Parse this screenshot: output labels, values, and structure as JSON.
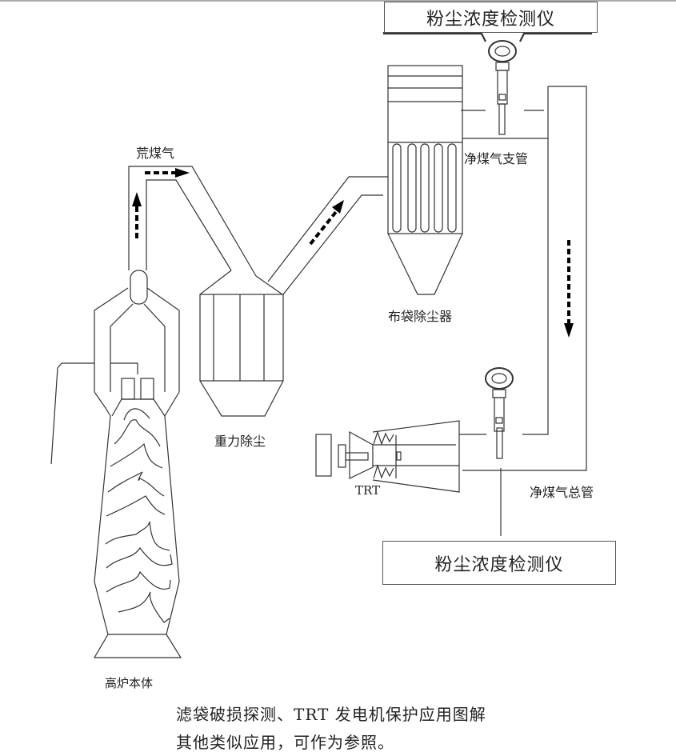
{
  "labels": {
    "raw_gas": "荒煤气",
    "clean_gas_branch": "净煤气支管",
    "bag_filter": "布袋除尘器",
    "gravity_duster": "重力除尘",
    "trt": "TRT",
    "clean_gas_main": "净煤气总管",
    "blast_furnace": "高炉本体"
  },
  "instruments": {
    "top": "粉尘浓度检测仪",
    "bottom": "粉尘浓度检测仪"
  },
  "caption": {
    "line1": "滤袋破损探测、TRT 发电机保护应用图解",
    "line2": "其他类似应用，可作为参照。"
  },
  "colors": {
    "line": "#333333",
    "arrow": "#000000",
    "box_border": "#555555"
  }
}
